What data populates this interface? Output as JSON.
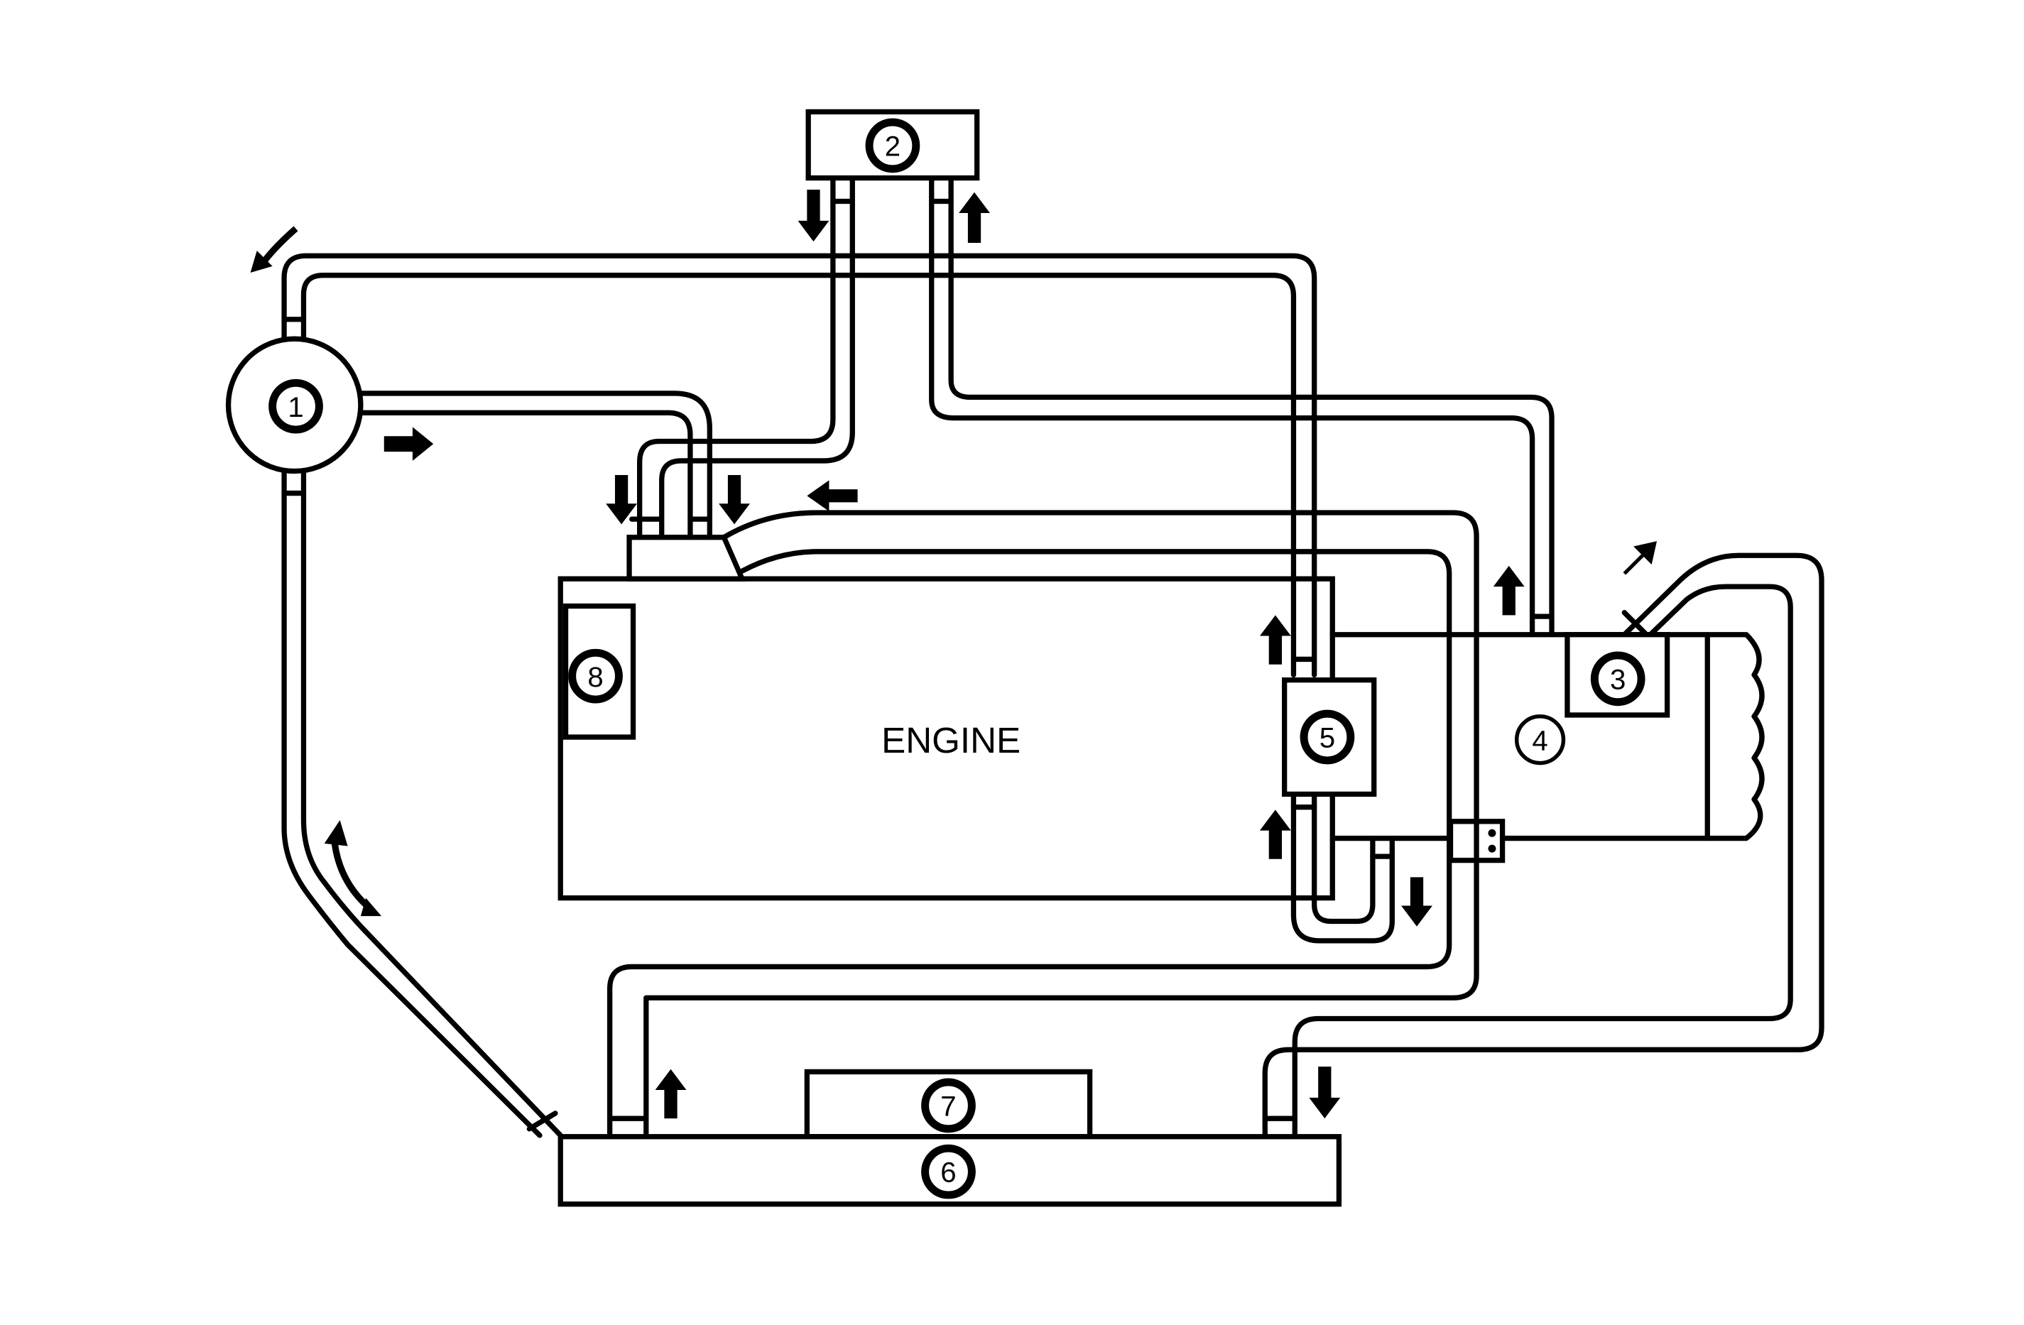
{
  "diagram": {
    "engine_label": "ENGINE",
    "callouts": {
      "c1": "1",
      "c2": "2",
      "c3": "3",
      "c4": "4",
      "c5": "5",
      "c6": "6",
      "c7": "7",
      "c8": "8"
    },
    "line_color": "#000000",
    "background_color": "#ffffff"
  }
}
